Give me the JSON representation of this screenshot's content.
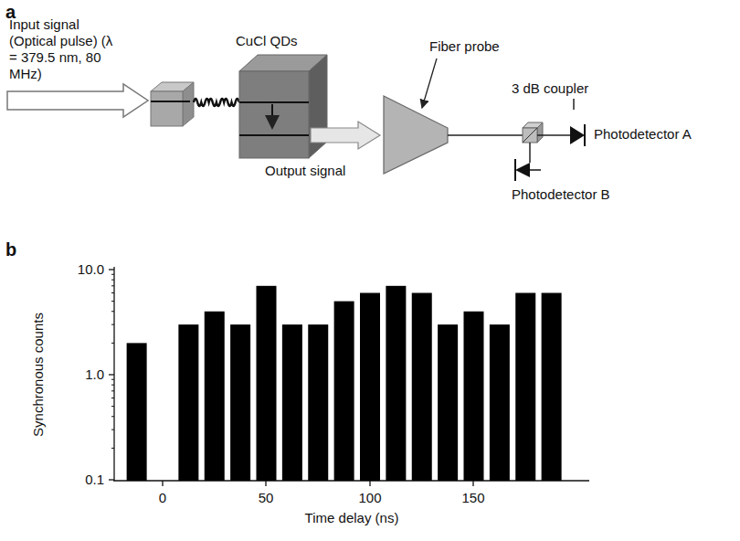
{
  "diagram": {
    "labels": [
      "a",
      "Input signal (Optical pulse) (λ = 379.5 nm, 80 MHz)",
      "CuCl QDs",
      "Fiber probe",
      "3 dB coupler",
      "Output signal",
      "Photodetector A",
      "Photodetector B",
      "b",
      "10.0",
      "1.0",
      "0.1",
      "Synchronous counts",
      "0",
      "50",
      "100",
      "150",
      "Time delay (ns)"
    ]
  }
}
